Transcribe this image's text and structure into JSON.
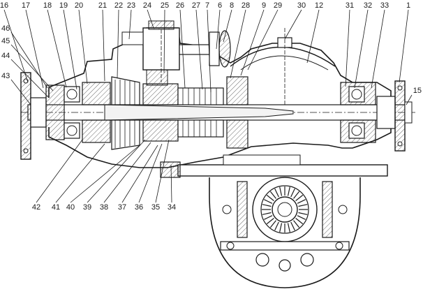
{
  "diagram": {
    "top_labels": [
      "16",
      "17",
      "18",
      "19",
      "20",
      "21",
      "22",
      "23",
      "24",
      "25",
      "26",
      "27",
      "7",
      "6",
      "8",
      "28",
      "9",
      "29",
      "30",
      "12",
      "31",
      "32",
      "33",
      "1"
    ],
    "left_labels": [
      "46",
      "45",
      "44",
      "43"
    ],
    "right_labels": [
      "15"
    ],
    "bottom_labels": [
      "42",
      "41",
      "40",
      "39",
      "38",
      "37",
      "36",
      "35",
      "34"
    ]
  }
}
